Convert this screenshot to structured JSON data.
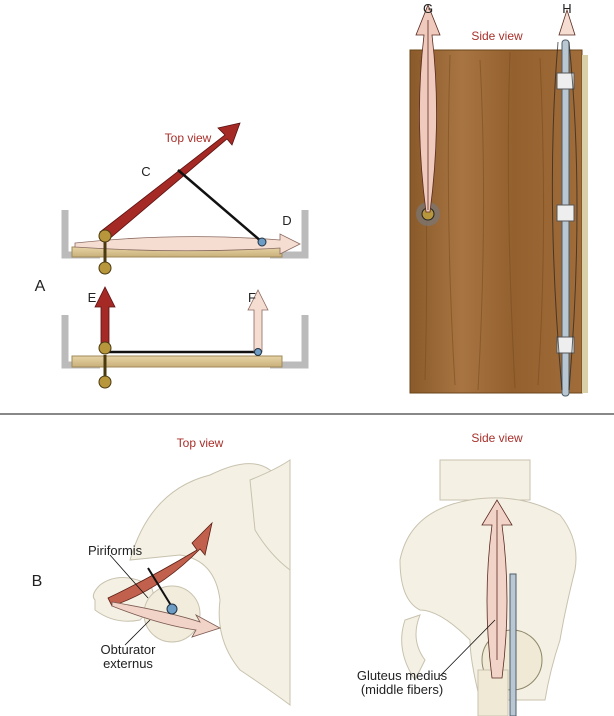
{
  "panel_a": {
    "label": "A",
    "top_view_title": "Top view",
    "side_view_title": "Side view",
    "arrow_labels": {
      "c": "C",
      "d": "D",
      "e": "E",
      "f": "F",
      "g": "G",
      "h": "H"
    }
  },
  "panel_b": {
    "label": "B",
    "top_view_title": "Top view",
    "side_view_title": "Side view",
    "piriformis": "Piriformis",
    "obturator_line1": "Obturator",
    "obturator_line2": "externus",
    "gluteus_line1": "Gluteus medius",
    "gluteus_line2": "(middle fibers)"
  },
  "colors": {
    "dark_red": "#a52a25",
    "pink": "#f2d3c8",
    "wood": "#9a6a35",
    "bone": "#f3efe3",
    "title_red": "#a8302a"
  }
}
